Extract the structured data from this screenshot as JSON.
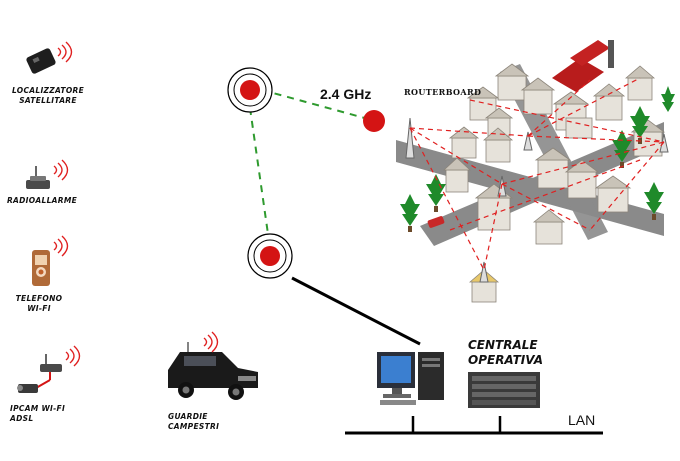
{
  "devices": {
    "localizzatore": "LOCALIZZATORE\nSATELLITARE",
    "radioallarme": "RADIOALLARME",
    "telefono": "TELEFONO\nWI-FI",
    "ipcam": "IPCAM WI-FI\nADSL",
    "guardie": "GUARDIE\nCAMPESTRI"
  },
  "network": {
    "frequency": "2.4 GHz",
    "routerboard": "ROUTERBOARD",
    "centrale": "CENTRALE\nOPERATIVA",
    "lan": "LAN"
  },
  "colors": {
    "node_red": "#d41414",
    "link_green": "#2e9a2e",
    "wifi_red": "#e02020",
    "road_gray": "#8a8a8a",
    "tree_green": "#1f8a2a"
  }
}
